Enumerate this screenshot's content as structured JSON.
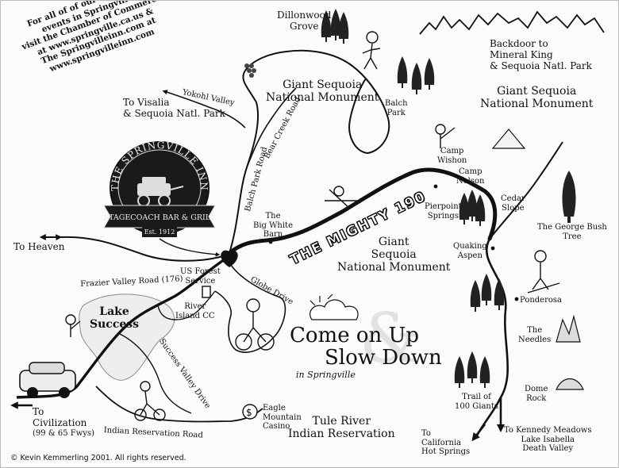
{
  "intro": {
    "lines": [
      "For all of of our upcoming",
      "events in Springville,",
      "visit the Chamber of Commerce",
      "at www.springville.ca.us &",
      "The Springvilleinn.com at",
      "www.springvilleinn.com"
    ]
  },
  "places": {
    "dillonwood_grove": [
      "Dillonwood",
      "Grove"
    ],
    "backdoor": [
      "Backdoor to",
      "Mineral King",
      "& Sequoia Natl. Park"
    ],
    "gsnm_top_center": [
      "Giant Sequoia",
      "National Monument"
    ],
    "gsnm_top_right": [
      "Giant Sequoia",
      "National Monument"
    ],
    "gsnm_center": [
      "Giant",
      "Sequoia",
      "National Monument"
    ],
    "balch_park": [
      "Balch",
      "Park"
    ],
    "to_visalia": [
      "To Visalia",
      "& Sequoia Natl. Park"
    ],
    "camp_wishon": [
      "Camp",
      "Wishon"
    ],
    "camp_nelson": [
      "Camp",
      "Nelson"
    ],
    "pierpoint_springs": [
      "Pierpoint",
      "Springs"
    ],
    "cedar_slope": [
      "Cedar",
      "Slope"
    ],
    "george_bush_tree": [
      "The George Bush",
      "Tree"
    ],
    "big_white_barn": [
      "The",
      "Big White",
      "Barn"
    ],
    "quaking_aspen": [
      "Quaking",
      "Aspen"
    ],
    "to_heaven": "To Heaven",
    "us_forest_service": [
      "US Forest",
      "Service"
    ],
    "river_island_cc": [
      "River",
      "Island CC"
    ],
    "lake_success": [
      "Lake",
      "Success"
    ],
    "ponderosa": "Ponderosa",
    "the_needles": [
      "The",
      "Needles"
    ],
    "dome_rock": [
      "Dome",
      "Rock"
    ],
    "eagle_mountain_casino": [
      "Eagle",
      "Mountain",
      "Casino"
    ],
    "tule_river": [
      "Tule River",
      "Indian Reservation"
    ],
    "trail_of_giants": [
      "Trail of",
      "100 Giants"
    ],
    "to_civilization": [
      "To",
      "Civilization",
      "(99 & 65 Fwys)"
    ],
    "to_california_hot_springs": [
      "To",
      "California",
      "Hot Springs"
    ],
    "to_kennedy": [
      "To Kennedy Meadows",
      "Lake Isabella",
      "Death Valley"
    ]
  },
  "roads": {
    "yokohl_valley": "Yokohl Valley",
    "bear_creek_road": "Bear Creek Road",
    "balch_park_road": "Balch Park Road",
    "frazier_valley_road": "Frazier Valley Road (176)",
    "globe_drive": "Globe Drive",
    "success_valley_drive": "Success Valley Drive",
    "indian_reservation_road": "Indian Reservation Road",
    "mighty_190": "THE MIGHTY 190"
  },
  "inn_sign": {
    "name": "THE SPRINGVILLE INN",
    "banner": "STAGECOACH BAR & GRILL",
    "est": "Est. 1912"
  },
  "slogan": {
    "line1": "Come on Up",
    "line2": "Slow Down",
    "line3": "in Springville",
    "amp": "&"
  },
  "copyright": "© Kevin Kemmerling 2001. All rights reserved."
}
